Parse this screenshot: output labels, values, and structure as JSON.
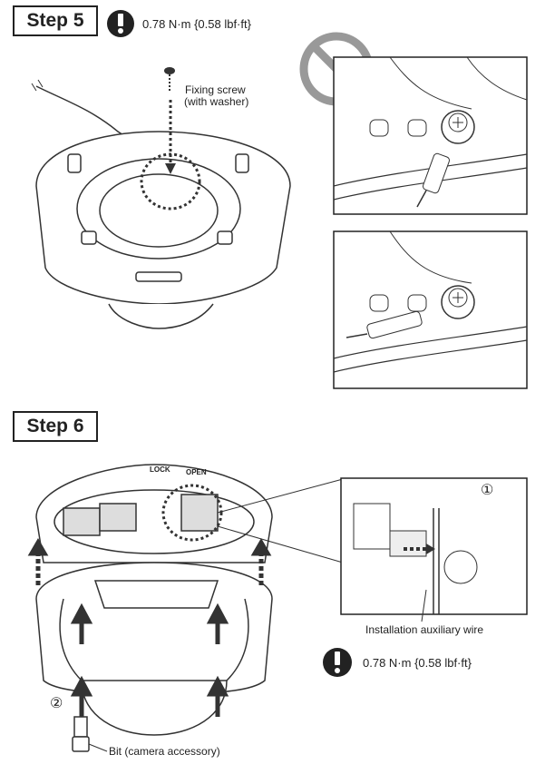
{
  "step5": {
    "title": "Step 5",
    "torque": "0.78 N·m {0.58 lbf·ft}",
    "screw_label_line1": "Fixing screw",
    "screw_label_line2": "(with washer)",
    "icons": [
      "warning-icon",
      "prohibited-icon"
    ]
  },
  "step6": {
    "title": "Step 6",
    "torque": "0.78 N·m {0.58 lbf·ft}",
    "marker1": "①",
    "marker2": "②",
    "lock_label": "LOCK",
    "open_label": "OPEN",
    "wire_label": "Installation auxiliary wire",
    "bit_label": "Bit (camera accessory)"
  }
}
